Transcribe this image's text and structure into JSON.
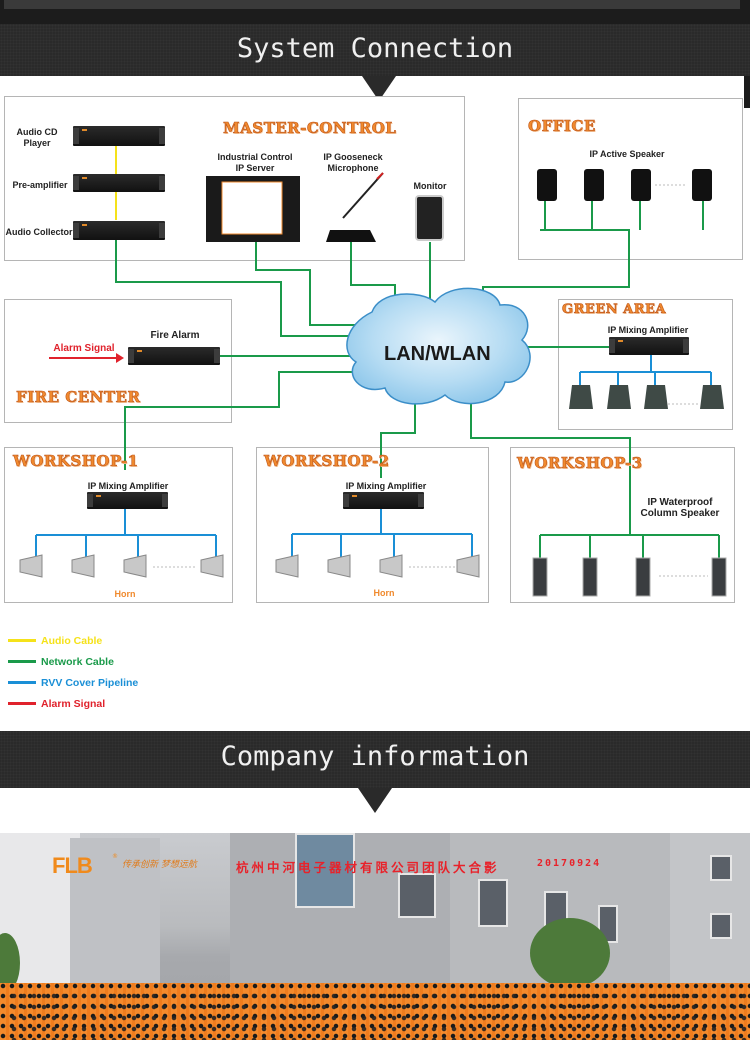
{
  "headers": {
    "system_connection": "System Connection",
    "company_information": "Company information"
  },
  "zones": {
    "master_control": {
      "title": "MASTER-CONTROL",
      "devices": {
        "cd_player": "Audio CD\nPlayer",
        "pre_amplifier": "Pre-amplifier",
        "audio_collector": "Audio Collector",
        "ip_server": "Industrial Control\nIP Server",
        "microphone": "IP Gooseneck\nMicrophone",
        "monitor": "Monitor"
      }
    },
    "office": {
      "title": "OFFICE",
      "device": "IP Active Speaker",
      "speaker_count": 4
    },
    "fire_center": {
      "title": "FIRE CENTER",
      "device": "Fire Alarm",
      "input": "Alarm Signal"
    },
    "green_area": {
      "title": "GREEN AREA",
      "device": "IP Mixing Amplifier",
      "speaker_count": 4
    },
    "workshop_1": {
      "title": "WORKSHOP-1",
      "device": "IP Mixing Amplifier",
      "speaker_label": "Horn",
      "speaker_count": 4
    },
    "workshop_2": {
      "title": "WORKSHOP-2",
      "device": "IP Mixing Amplifier",
      "speaker_label": "Horn",
      "speaker_count": 4
    },
    "workshop_3": {
      "title": "WORKSHOP-3",
      "device": "IP Waterproof\nColumn Speaker",
      "speaker_count": 4
    }
  },
  "network": {
    "label": "LAN/WLAN"
  },
  "legend": [
    {
      "label": "Audio Cable",
      "color": "#f5e21a"
    },
    {
      "label": "Network Cable",
      "color": "#1a9a4a"
    },
    {
      "label": "RVV Cover Pipeline",
      "color": "#1a8fd6"
    },
    {
      "label": "Alarm Signal",
      "color": "#e0222c"
    }
  ],
  "colors": {
    "network": "#1a9a4a",
    "audio": "#f5e21a",
    "rvv": "#1a8fd6",
    "alarm": "#e0222c",
    "zone_title": "#f08a2e"
  },
  "photo": {
    "logo": "FLB",
    "registered": "®",
    "slogan": "传承创新 梦想远航",
    "caption": "杭州中河电子器材有限公司团队大合影",
    "date": "20170924"
  }
}
